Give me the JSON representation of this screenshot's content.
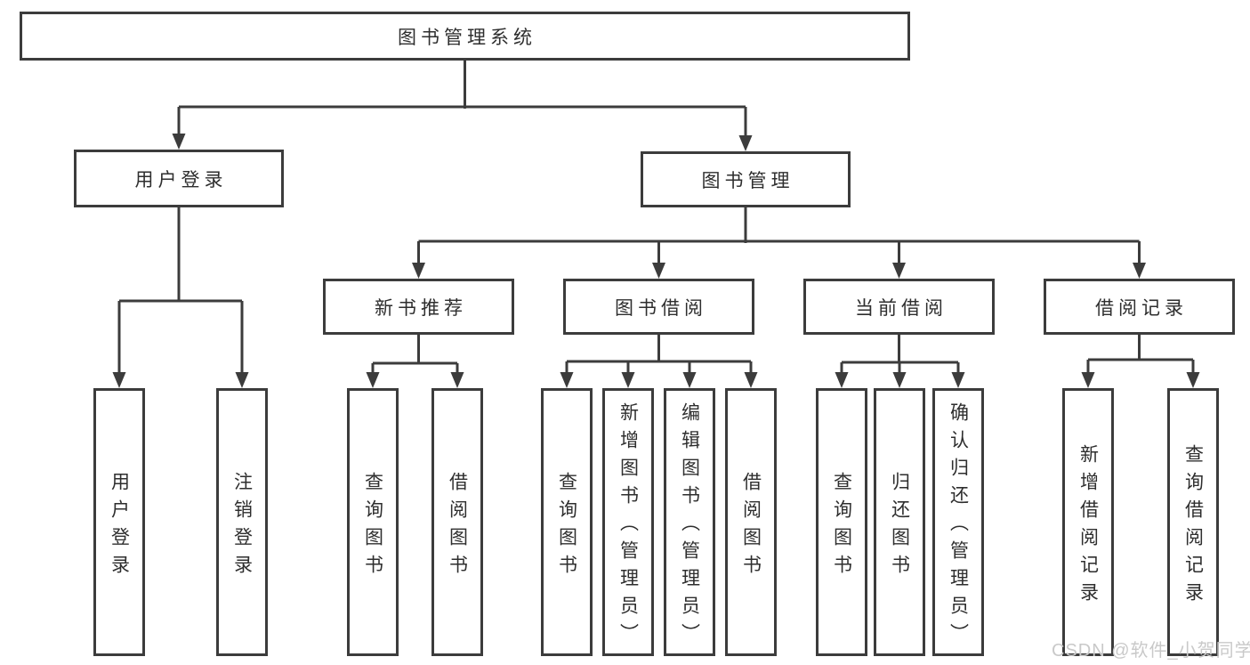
{
  "diagram": {
    "root": {
      "label": "图书管理系统"
    },
    "level2": {
      "user_login": {
        "label": "用户登录"
      },
      "book_management": {
        "label": "图书管理"
      }
    },
    "level3": {
      "new_book_recommend": {
        "label": "新书推荐"
      },
      "book_borrowing": {
        "label": "图书借阅"
      },
      "current_borrowing": {
        "label": "当前借阅"
      },
      "borrowing_records": {
        "label": "借阅记录"
      }
    },
    "leaves": {
      "user_login": [
        "用户登录",
        "注销登录"
      ],
      "new_book_recommend": [
        "查询图书",
        "借阅图书"
      ],
      "book_borrowing": [
        "查询图书",
        "新增图书（管理员）",
        "编辑图书（管理员）",
        "借阅图书"
      ],
      "current_borrowing": [
        "查询图书",
        "归还图书",
        "确认归还（管理员）"
      ],
      "borrowing_records": [
        "新增借阅记录",
        "查询借阅记录"
      ]
    }
  },
  "watermark": {
    "text": "CSDN @软件_小贺同学"
  },
  "colors": {
    "line": "#3c3c3c",
    "text": "#2e2e2e",
    "watermark": "#c9c9c9",
    "background": "#ffffff"
  }
}
